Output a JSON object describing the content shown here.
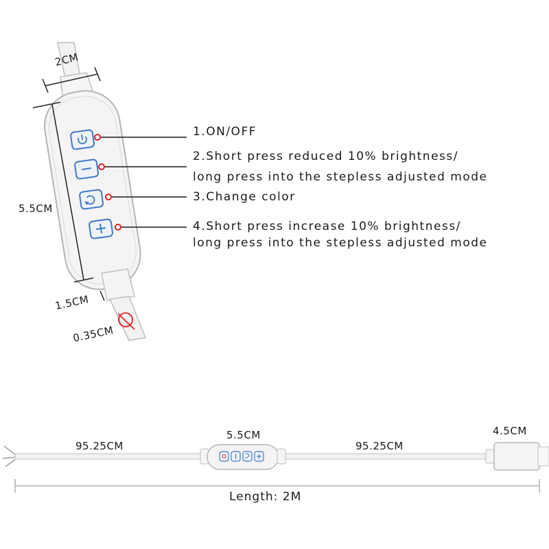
{
  "controller": {
    "width_dim": "2CM",
    "height_dim": "5.5CM",
    "neck_dim": "1.5CM",
    "cable_dim": "0.35CM",
    "buttons": [
      {
        "icon": "power-icon"
      },
      {
        "icon": "minus-icon"
      },
      {
        "icon": "cycle-icon"
      },
      {
        "icon": "plus-icon"
      }
    ]
  },
  "callouts": [
    {
      "number": "1.",
      "line1": "ON/OFF",
      "line2": ""
    },
    {
      "number": "2.",
      "line1": "Short press reduced 10% brightness/",
      "line2": "long press into the stepless adjusted mode"
    },
    {
      "number": "3.",
      "line1": "Change color",
      "line2": ""
    },
    {
      "number": "4.",
      "line1": "Short press increase 10% brightness/",
      "line2": "long press into the stepless adjusted mode"
    }
  ],
  "cable": {
    "left_length": "95.25CM",
    "controller_length": "5.5CM",
    "right_length": "95.25CM",
    "plug_length": "4.5CM",
    "total_length": "Length: 2M"
  },
  "colors": {
    "button_blue": "#3f78c8",
    "indicator_red": "#e02020",
    "body_fill": "#f4f4f4",
    "outline": "#b8b8b8"
  }
}
